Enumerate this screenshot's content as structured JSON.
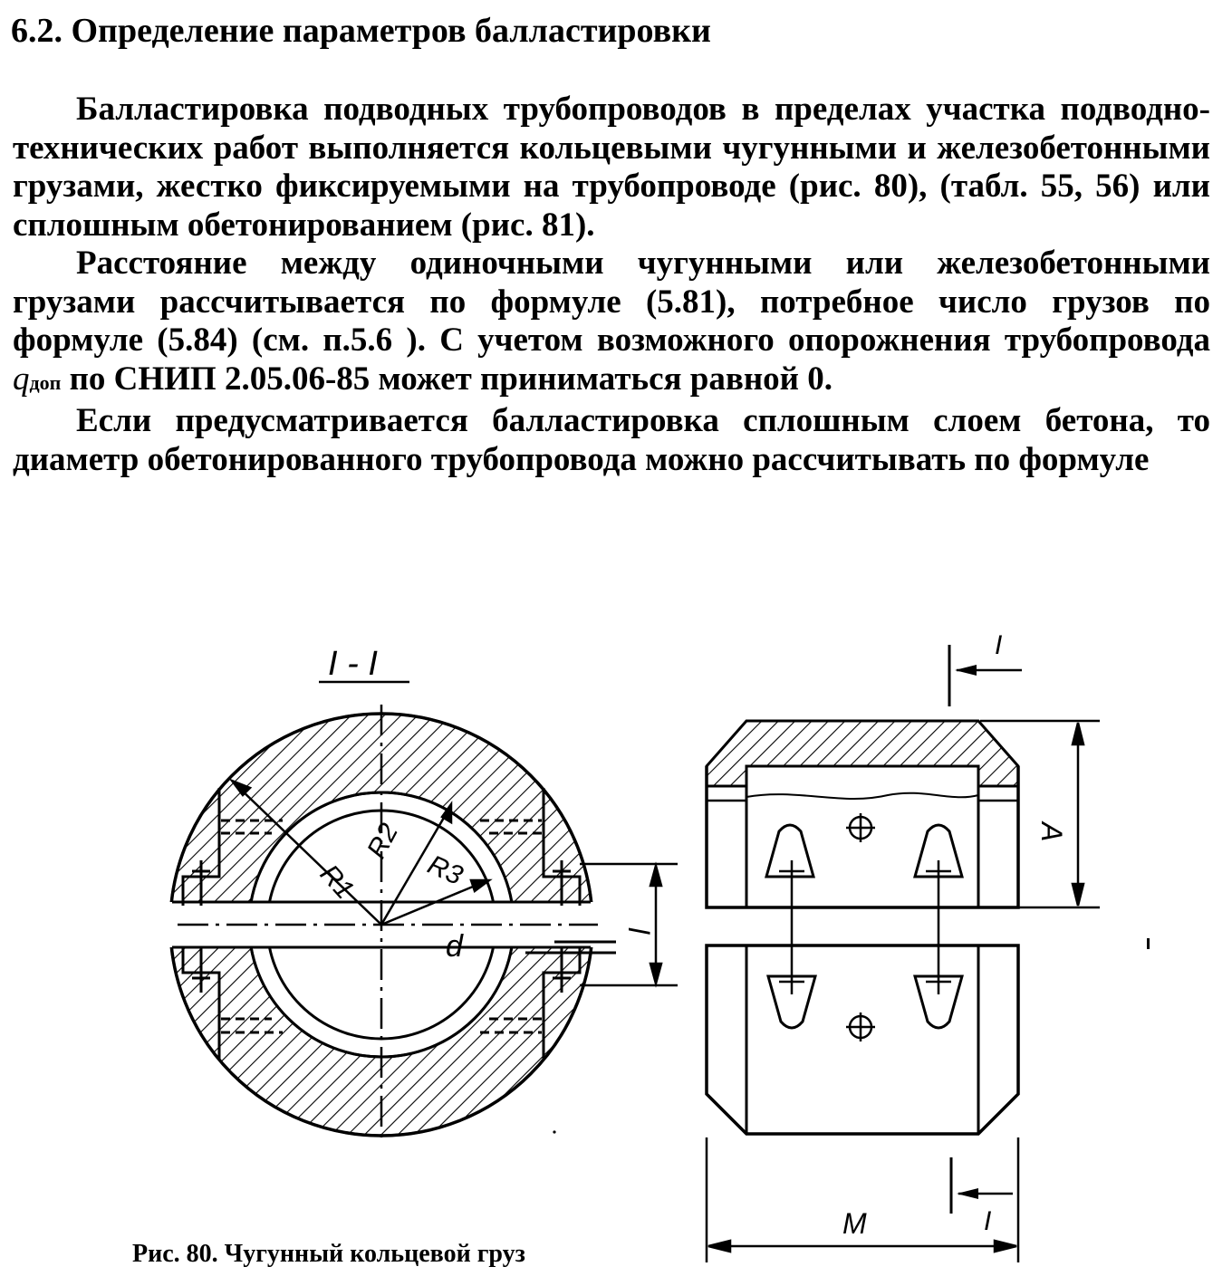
{
  "section": {
    "title": "6.2. Определение параметров балластировки"
  },
  "paragraphs": {
    "p1": "Балластировка подводных трубопроводов в пределах участка подводно-технических работ выполняется кольцевыми чугунными и железобетонными грузами, жестко фиксируемыми на трубопро­воде (рис. 80), (табл. 55, 56) или сплошным обетонированием (рис. 81).",
    "p2_before": "Расстояние между одиночными чугунными или железобетонными грузами рассчитывается по формуле (5.81), потребное число грузов по формуле (5.84) (см. п.5.6 ). С учетом возможного опорожнения трубопровода",
    "p2_symbol": "q",
    "p2_subscript": "доп",
    "p2_after": "по СНИП 2.05.06-85 может при­ниматься равной 0.",
    "p3": "Если предусматривается балластировка сплошным слоем бето­на, то диаметр обетонированного трубопровода можно рассчи­тывать по формуле"
  },
  "figure": {
    "caption": "Рис. 80. Чугунный кольцевой груз",
    "section_label": "I - I",
    "labels": {
      "r1": "R1",
      "r2": "R2",
      "r3": "R3",
      "d": "d",
      "l": "l",
      "a": "A",
      "m": "M",
      "cut_top": "I",
      "cut_bottom": "I"
    }
  }
}
